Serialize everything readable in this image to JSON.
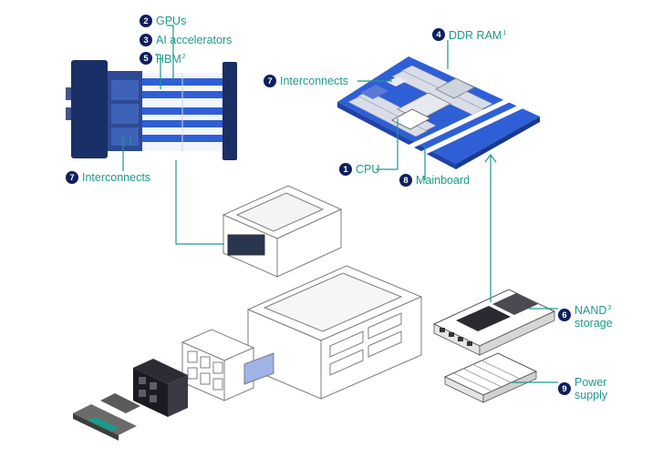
{
  "colors": {
    "label": "#1b9a8c",
    "badge": "#0d1f5c",
    "board_blue": "#2f5fd6",
    "dark_navy": "#1a2f66",
    "outline_gray": "#7d7d7d"
  },
  "callouts": {
    "gpus": {
      "number": "2",
      "label": "GPUs"
    },
    "ai_accelerators": {
      "number": "3",
      "label": "AI accelerators"
    },
    "hbm": {
      "number": "5",
      "label": "HBM",
      "sup": "2"
    },
    "interconnects_left": {
      "number": "7",
      "label": "Interconnects"
    },
    "ddr_ram": {
      "number": "4",
      "label": "DDR RAM",
      "sup": "1"
    },
    "interconnects_right": {
      "number": "7",
      "label": "Interconnects"
    },
    "cpu": {
      "number": "1",
      "label": "CPU"
    },
    "mainboard": {
      "number": "8",
      "label": "Mainboard"
    },
    "nand_storage": {
      "number": "6",
      "label_line1": "NAND",
      "sup": "3",
      "label_line2": "storage"
    },
    "power_supply": {
      "number": "9",
      "label_line1": "Power",
      "label_line2": "supply"
    }
  }
}
